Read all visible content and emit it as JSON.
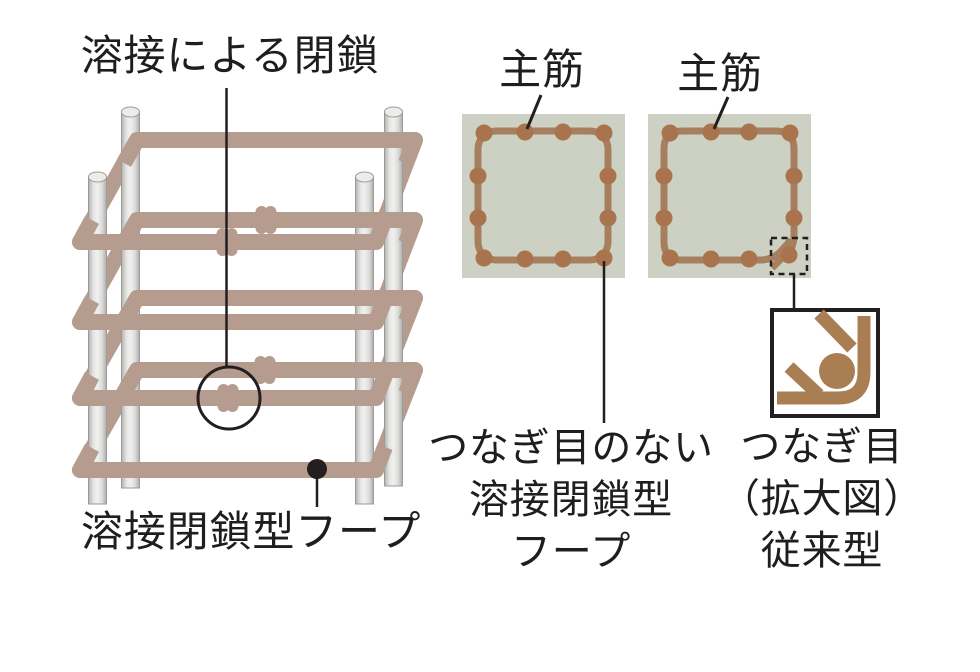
{
  "title": "溶接による閉鎖",
  "cage_label": "溶接閉鎖型フープ",
  "left_section": {
    "label": "主筋",
    "caption_line1": "つなぎ目のない",
    "caption_line2": "溶接閉鎖型",
    "caption_line3": "フープ"
  },
  "right_section": {
    "label": "主筋",
    "caption_line1": "つなぎ目",
    "caption_line2": "（拡大図）",
    "caption_line3": "従来型"
  },
  "colors": {
    "background": "#ffffff",
    "hoop_3d": "#b59c8e",
    "rebar_gray_light": "#efefed",
    "rebar_gray_dark": "#b5b5b3",
    "concrete": "#cdd1c3",
    "hoop_section": "#a6805e",
    "rebar_dot": "#a9734d",
    "detail_brown": "#a87e52",
    "line_black": "#231f20",
    "text": "#1e1e1c"
  }
}
